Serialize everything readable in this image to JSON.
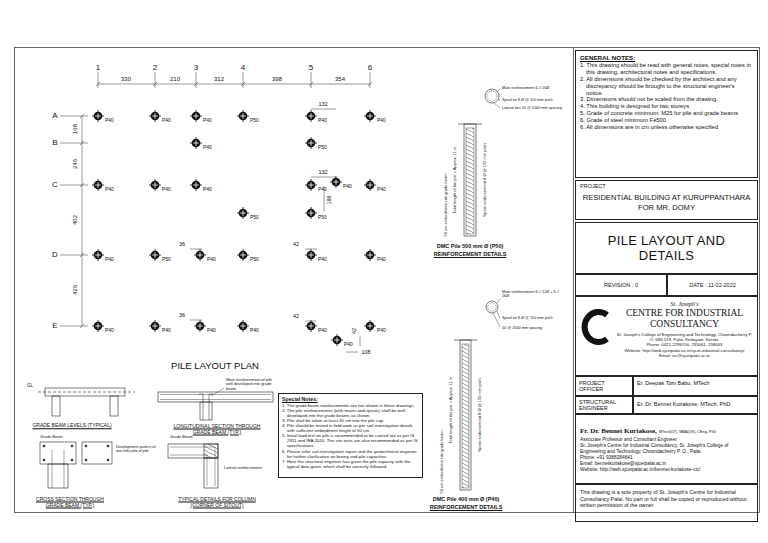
{
  "diagram": {
    "nodes": [
      {
        "text": [
          "GENERAL NOTES:",
          "1. This drawing should be read with general notes, special notes in this drawing, architectural notes and specifications.",
          "2. All dimensions should be checked by the architect and any discrepancy should be brought to the structural engineer's notice.",
          "3. Dimensions should not be scaled from the drawing.",
          "4. This building is designed for two storeys",
          "5. Grade of concrete minimum: M25 for pile and grade beams",
          "6. Grade of steel minimum Fe500",
          "6. All dimensions are in cm unless otherwise specified"
        ]
      },
      {
        "text": [
          "PROJECT",
          "RESIDENTIAL BUILDING AT KURUPPANTHARA FOR MR. DOMY"
        ]
      },
      {
        "text": [
          "PILE LAYOUT AND DETAILS"
        ]
      },
      {
        "text": [
          "REVISION : 0"
        ]
      },
      {
        "text": [
          "DATE : 11-02-2022"
        ]
      },
      {
        "text": [
          "St. Joseph's",
          "CENTRE FOR INDUSTRIAL CONSULTANCY",
          "St. Joseph's College of Engineering and Technology, Choondacherry P. O. 686 579, Palai, Kottayam, Kerala.",
          "Phone: 0422-2296700, 235061, 238063",
          "Website: http://web.sjcetpalai.ac.in/sjcet-industrial-consultancy/",
          "Email: cic@sjcetpalai.ac.in"
        ]
      },
      {
        "text": [
          "PROJECT OFFICER"
        ]
      },
      {
        "text": [
          "Er. Deepak Tom Babu, MTech"
        ]
      },
      {
        "text": [
          "STRUCTURAL ENGINEER"
        ]
      },
      {
        "text": [
          "Er. Dr. Bennet Kuriakose, MTech, PhD."
        ]
      },
      {
        "text": [
          "Fr. Dr. Bennet Kuriakose,",
          "MTech(IIT), MBA(US), CEng, PhD",
          "Associate Professor and Consultant Engineer",
          "St. Joseph's Centre for Industrial Consultancy, St. Joseph's College of Engineering and Technology, Choondacherry P. O., Palai.",
          "Phone: +91 9388284641",
          "Email: bennetkuriakose@sjcetpalai.ac.in",
          "Website: http://web.sjcetpalai.ac.in/bennet-kuriakose-cic/"
        ]
      },
      {
        "text": [
          "This drawing is a sole property of St. Joseph's Centre for Industrial Consultancy Palai. No part or full shall be copied or reproduced without written permission of the owner."
        ]
      },
      {
        "text": [
          "Special Notes:",
          "1. The grade beam reinforcements are not shown in these drawings.",
          "2. The pile reinforcements (with mains and spirals) shall be well developed into the grade beams as shown.",
          "3. Pile shall be taken at least 30 cm into the pile cap.",
          "4. Pile should be tested in field work as per soil investigation details with sufficient embedment length of 50 cm.",
          "5. Initial load test on pile is recommended to be carried out as per IS 2911 and IRA 2010. The site tests are also recommended as per IS specifications.",
          "6. Please refer soil investigation report and the geotechnical engineer for further clarification on boring and pile capacities.",
          "7. Here the structural engineer has given the pile capacity with the typical data given, which shall be correctly followed."
        ]
      }
    ],
    "labels": [
      "1",
      "2",
      "3",
      "4",
      "5",
      "6",
      "A",
      "B",
      "C",
      "D",
      "E",
      "330",
      "210",
      "312",
      "398",
      "354",
      "168",
      "246",
      "402",
      "426",
      "132",
      "132",
      "186",
      "36",
      "42",
      "36",
      "42",
      "42",
      "108",
      "P40",
      "P40",
      "P40",
      "P50",
      "P40",
      "P40",
      "P40",
      "P50",
      "P40",
      "P40",
      "P40",
      "P40",
      "P40",
      "P40",
      "P50",
      "P50",
      "P40",
      "P50",
      "P40",
      "P50",
      "P40",
      "P40",
      "P40",
      "P40",
      "P40",
      "P40",
      "P40",
      "P40",
      "P40",
      "PILE LAYOUT PLAN",
      "GRADE BEAM LEVELS (TYPICAL)",
      "LONGITUDINAL SECTION THROUGH GRADE BEAM (TYP.)",
      "CROSS SECTION THROUGH GRADE BEAM (TYP.)",
      "TYPICAL DETAILS FOR COLUMN (CORNER OF SITOUT)",
      "GL",
      "Main reinforcement of pile well developed into grade beam",
      "Grade Beam",
      "Grade Beam",
      "Development pattern of two links pile of pile",
      "Lateral reinforcement",
      "Main reinforcement 6-# 16Ø",
      "Spiral tie 8 Ø @ 150 mm pitch",
      "Lateral ties 10 @ 1000 mm spacing",
      "Total length of the pile = Approx. 11 m",
      "Spiral reinforcement 8 Ø @ 150 mm pitch",
      "50 cm embedment into grade beam",
      "DMC Pile 500 mm Ø (P50)",
      "REINFORCEMENT DETAILS",
      "Main reinforcement 6-# 12Ø + 6-# 16Ø",
      "Spiral tie 8 Ø @ 150 mm pitch",
      "10 @ 1000 mm spacing",
      "Total length of the pile = Approx. 11 m",
      "Spiral reinforcement 8 Ø @ 150 mm pitch",
      "50 cm embedment into grade beam",
      "DMC Pile 400 mm Ø (P40)",
      "REINFORCEMENT DETAILS"
    ]
  }
}
